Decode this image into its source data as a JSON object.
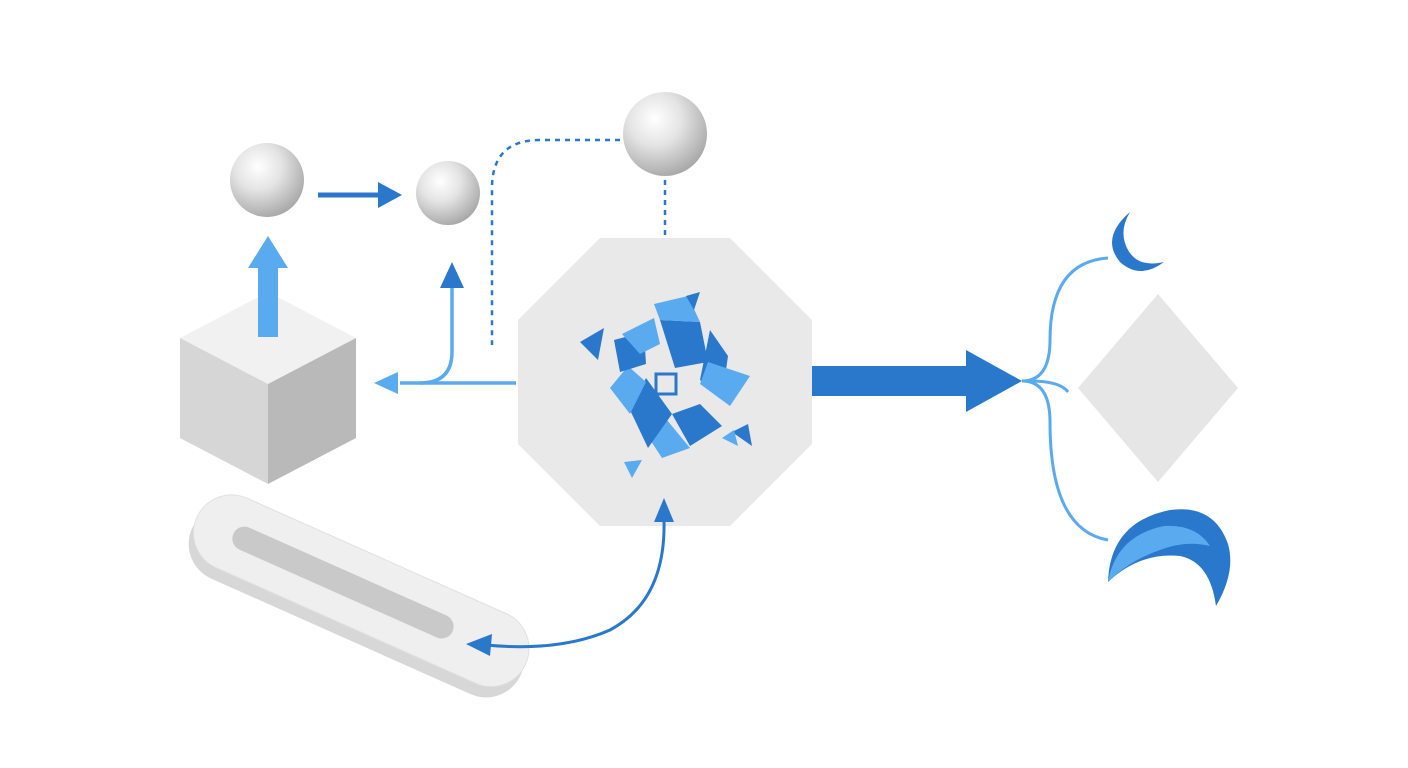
{
  "diagram": {
    "nodes": [
      {
        "id": "cube",
        "shape": "cube"
      },
      {
        "id": "sphere-left",
        "shape": "sphere"
      },
      {
        "id": "sphere-middle",
        "shape": "sphere"
      },
      {
        "id": "sphere-top",
        "shape": "sphere"
      },
      {
        "id": "hub",
        "shape": "octagon",
        "icon": "fragmented-aperture-icon"
      },
      {
        "id": "tray",
        "shape": "rounded-slab"
      },
      {
        "id": "output-diamond",
        "shape": "diamond"
      },
      {
        "id": "output-crescent-small",
        "shape": "crescent"
      },
      {
        "id": "output-crescent-large",
        "shape": "crescent"
      }
    ],
    "edges": [
      {
        "from": "cube",
        "to": "sphere-left",
        "style": "thick-solid"
      },
      {
        "from": "sphere-left",
        "to": "sphere-middle",
        "style": "solid"
      },
      {
        "from": "hub",
        "to": "cube",
        "style": "solid"
      },
      {
        "from": "hub",
        "to": "sphere-middle",
        "style": "solid"
      },
      {
        "from": "sphere-top",
        "to": "hub",
        "style": "dotted"
      },
      {
        "from": "sphere-top",
        "to": "hub",
        "style": "dotted-loop"
      },
      {
        "from": "hub",
        "to": "output",
        "style": "thick-solid"
      },
      {
        "from": "output",
        "to": [
          "output-crescent-small",
          "output-diamond",
          "output-crescent-large"
        ],
        "style": "branch"
      },
      {
        "from": "tray",
        "to": "hub",
        "style": "bidirectional-curve"
      }
    ]
  },
  "colors": {
    "blue_dark": "#2a78cc",
    "blue_light": "#5aaaf0",
    "gray_light": "#e9e9e9",
    "gray_mid": "#c9c9c9",
    "gray_dark": "#a8a8a8"
  }
}
